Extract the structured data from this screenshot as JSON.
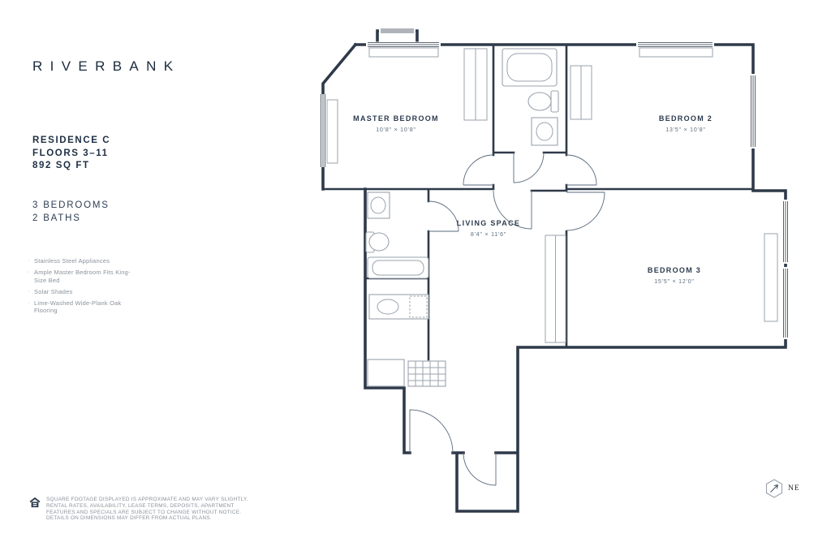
{
  "brand": {
    "name": "RIVERBANK"
  },
  "residence": {
    "title": "RESIDENCE C",
    "floors": "FLOORS 3–11",
    "area": "892 SQ FT",
    "bedrooms": "3 BEDROOMS",
    "baths": "2 BATHS"
  },
  "features": [
    "Stainless Steel Appliances",
    "Ample Master Bedroom Fits King-Size Bed",
    "Solar Shades",
    "Lime-Washed Wide-Plank Oak Flooring"
  ],
  "plan": {
    "rooms": {
      "master": {
        "name": "MASTER BEDROOM",
        "dims": "10'8\" × 10'8\""
      },
      "bedroom2": {
        "name": "BEDROOM 2",
        "dims": "13'5\" × 10'8\""
      },
      "living": {
        "name": "LIVING SPACE",
        "dims": "8'4\" × 11'6\""
      },
      "bedroom3": {
        "name": "BEDROOM 3",
        "dims": "15'5\" × 12'0\""
      }
    }
  },
  "footer": {
    "disclaimer": "SQUARE FOOTAGE DISPLAYED IS APPROXIMATE AND MAY VARY SLIGHTLY. RENTAL RATES, AVAILABILITY, LEASE TERMS, DEPOSITS, APARTMENT FEATURES AND SPECIALS ARE SUBJECT TO CHANGE WITHOUT NOTICE. DETAILS ON DIMENSIONS MAY DIFFER FROM ACTUAL PLANS.",
    "compass_label": "NE"
  },
  "colors": {
    "navy": "#1d2f42",
    "wall": "#2e3a49",
    "fixture": "#9aa3ad",
    "muted": "#8a929b"
  }
}
